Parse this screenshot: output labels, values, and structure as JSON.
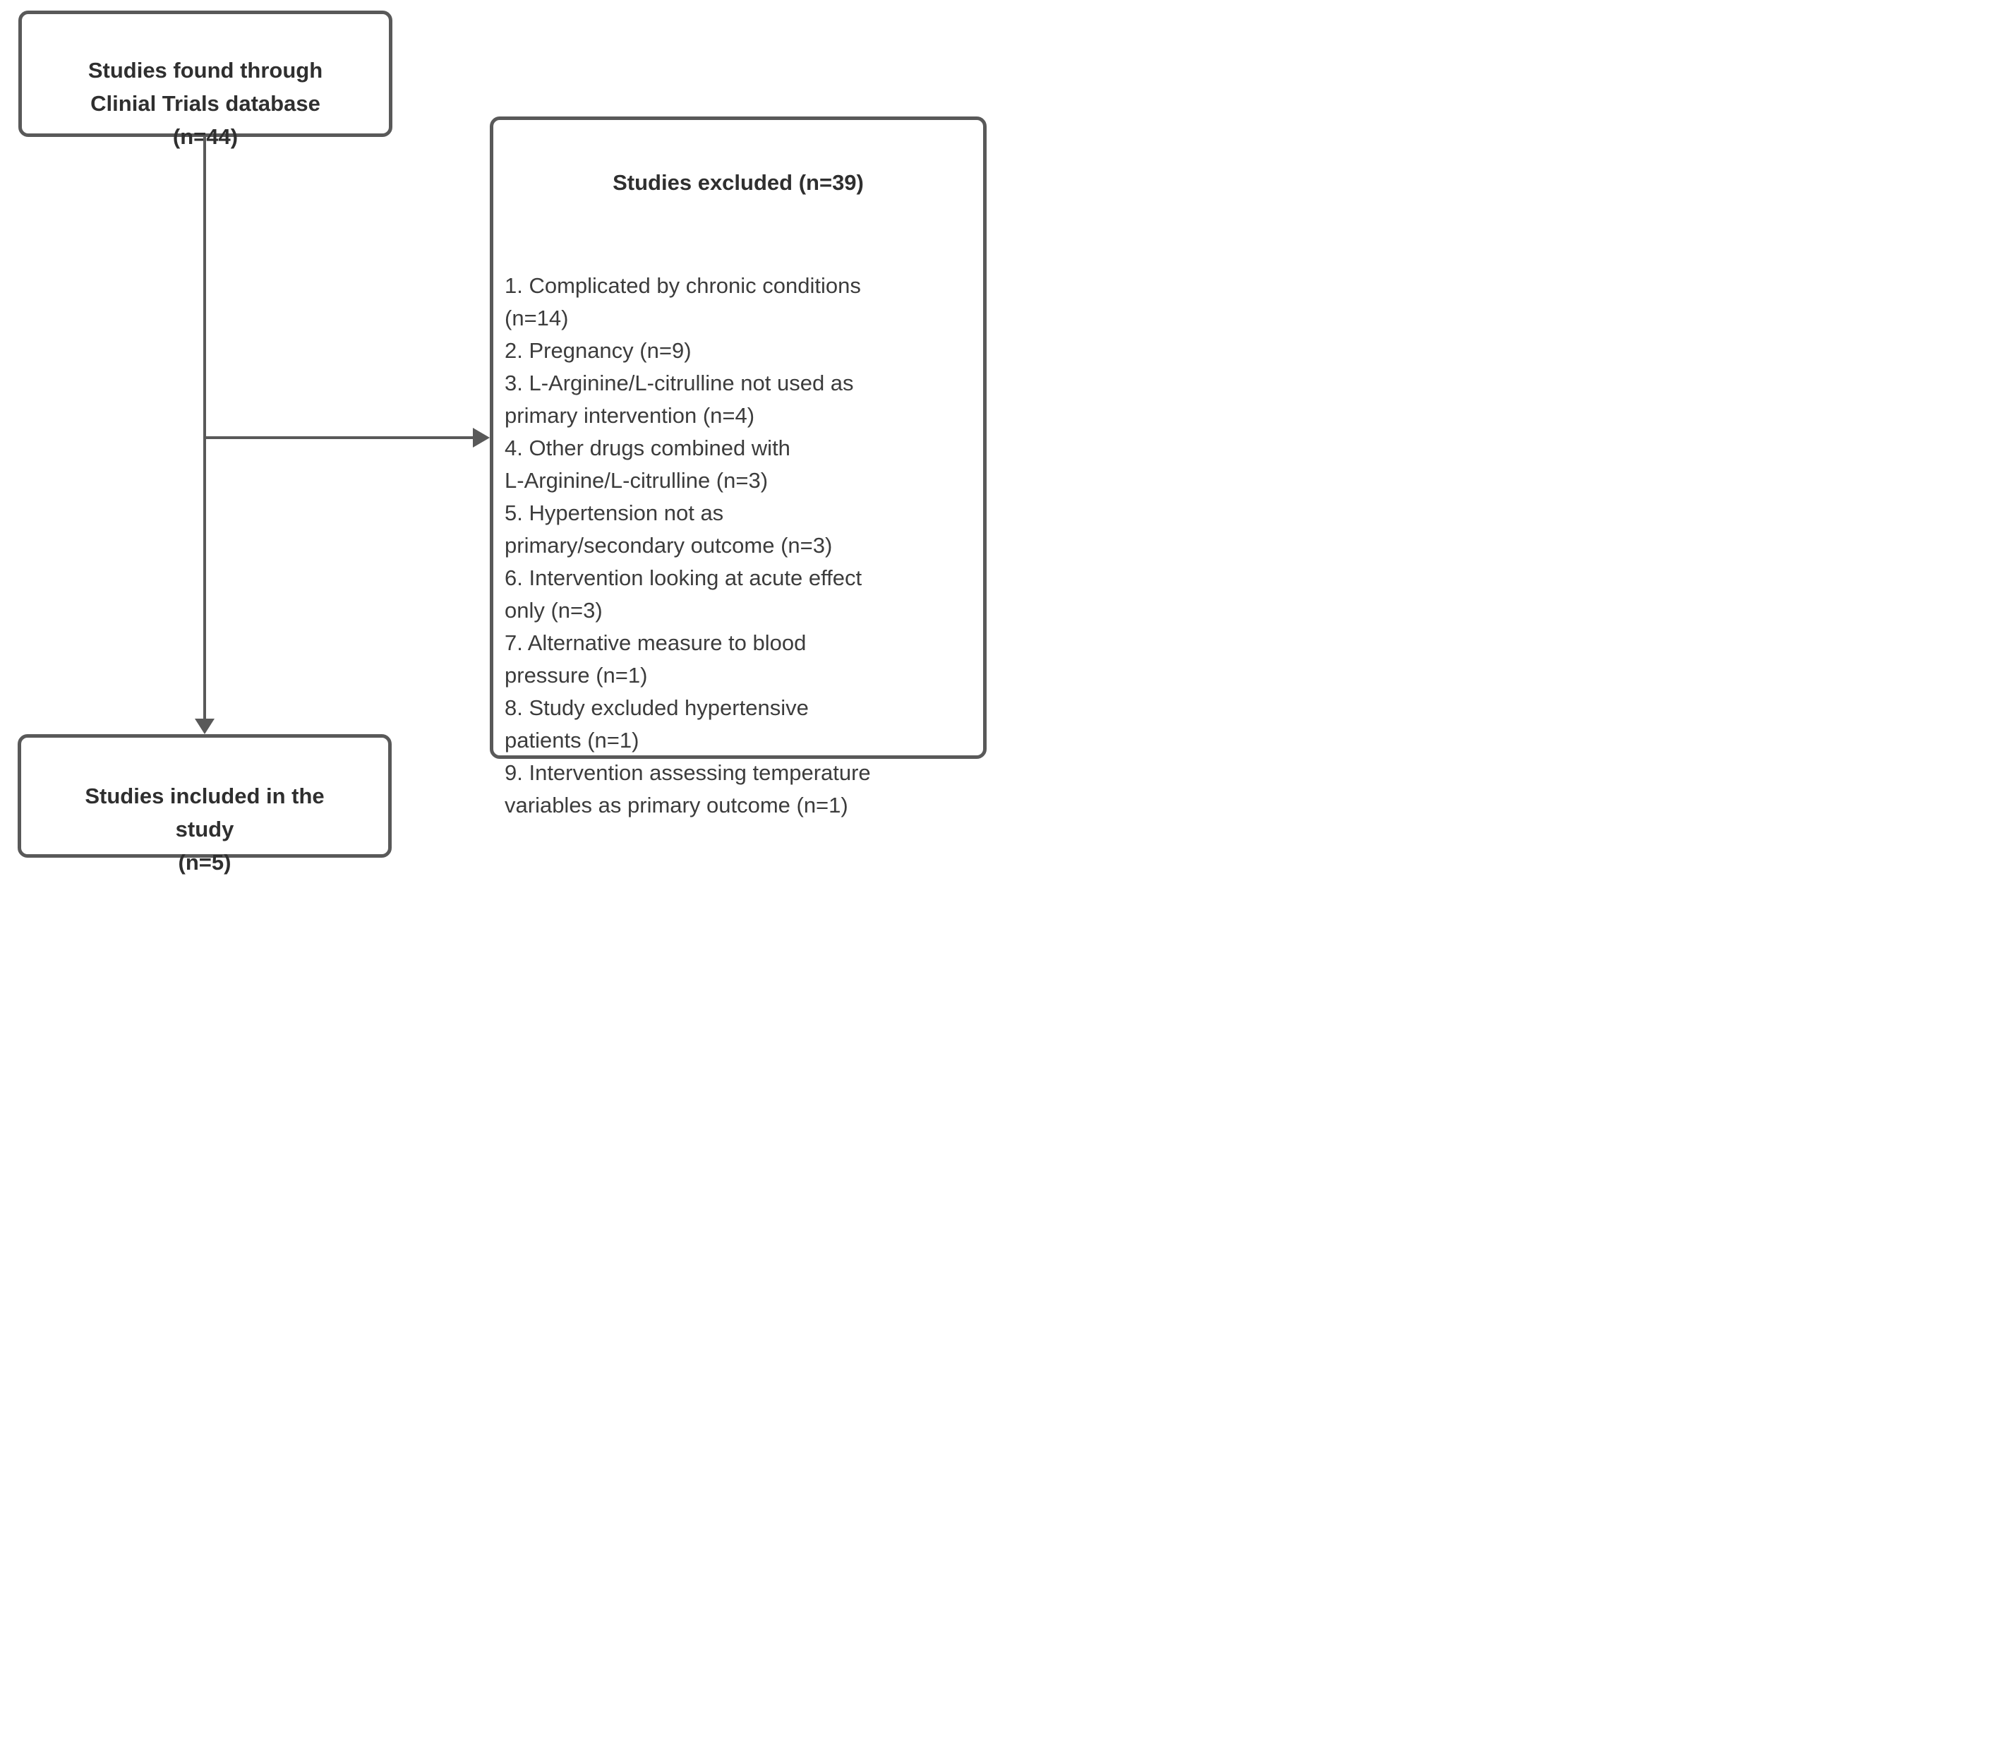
{
  "colors": {
    "border": "#595959",
    "arrow": "#595959",
    "title-text": "#2f2f2f",
    "body-text": "#3c3c3c",
    "background": "#ffffff"
  },
  "found_box": {
    "label": "Studies found through\nClinial Trials database\n(n=44)"
  },
  "excluded_box": {
    "title": "Studies excluded (n=39)",
    "items": [
      "1. Complicated by chronic conditions\n(n=14)",
      "2. Pregnancy (n=9)",
      "3. L-Arginine/L-citrulline not used as\nprimary intervention (n=4)",
      "4. Other drugs combined with\nL-Arginine/L-citrulline (n=3)",
      "5. Hypertension not as\nprimary/secondary outcome (n=3)",
      "6. Intervention looking at acute effect\nonly (n=3)",
      "7. Alternative measure to blood\npressure (n=1)",
      "8. Study excluded hypertensive\npatients (n=1)",
      "9. Intervention assessing temperature\nvariables as primary outcome (n=1)"
    ]
  },
  "included_box": {
    "label": "Studies included in the\nstudy\n(n=5)"
  }
}
